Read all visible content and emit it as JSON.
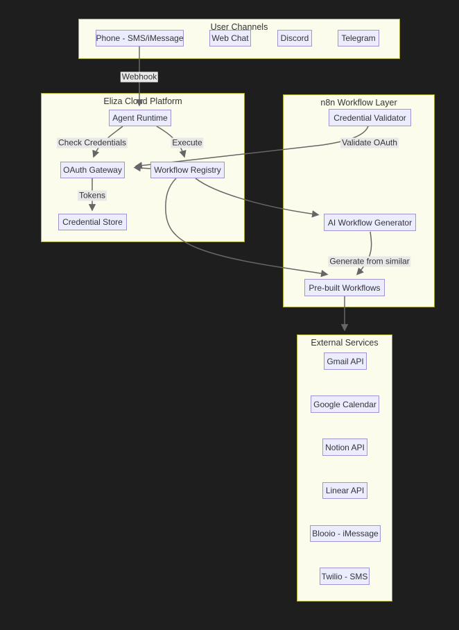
{
  "diagram": {
    "clusters": {
      "user_channels": {
        "title": "User Channels"
      },
      "eliza_cloud_platform": {
        "title": "Eliza Cloud Platform"
      },
      "n8n_workflow_layer": {
        "title": "n8n Workflow Layer"
      },
      "external_services": {
        "title": "External Services"
      }
    },
    "nodes": {
      "phone": {
        "label": "Phone - SMS/iMessage"
      },
      "web_chat": {
        "label": "Web Chat"
      },
      "discord": {
        "label": "Discord"
      },
      "telegram": {
        "label": "Telegram"
      },
      "agent_runtime": {
        "label": "Agent Runtime"
      },
      "oauth_gateway": {
        "label": "OAuth Gateway"
      },
      "workflow_registry": {
        "label": "Workflow Registry"
      },
      "credential_store": {
        "label": "Credential Store"
      },
      "credential_validator": {
        "label": "Credential Validator"
      },
      "ai_workflow_generator": {
        "label": "AI Workflow Generator"
      },
      "prebuilt_workflows": {
        "label": "Pre-built Workflows"
      },
      "gmail_api": {
        "label": "Gmail API"
      },
      "google_calendar": {
        "label": "Google Calendar"
      },
      "notion_api": {
        "label": "Notion API"
      },
      "linear_api": {
        "label": "Linear API"
      },
      "blooio_imessage": {
        "label": "Blooio - iMessage"
      },
      "twilio_sms": {
        "label": "Twilio - SMS"
      }
    },
    "edge_labels": {
      "webhook": "Webhook",
      "check_credentials": "Check Credentials",
      "execute": "Execute",
      "tokens": "Tokens",
      "validate_oauth": "Validate OAuth",
      "generate_from_similar": "Generate from similar"
    }
  },
  "colors": {
    "background": "#1e1e1e",
    "cluster-fill": "#fcfcec",
    "cluster-border": "#aaaa33",
    "node-fill": "#ececff",
    "node-border": "#9f93d2",
    "text": "#333333",
    "edge": "#666666",
    "edge-label-bg": "#e8e8e8"
  }
}
